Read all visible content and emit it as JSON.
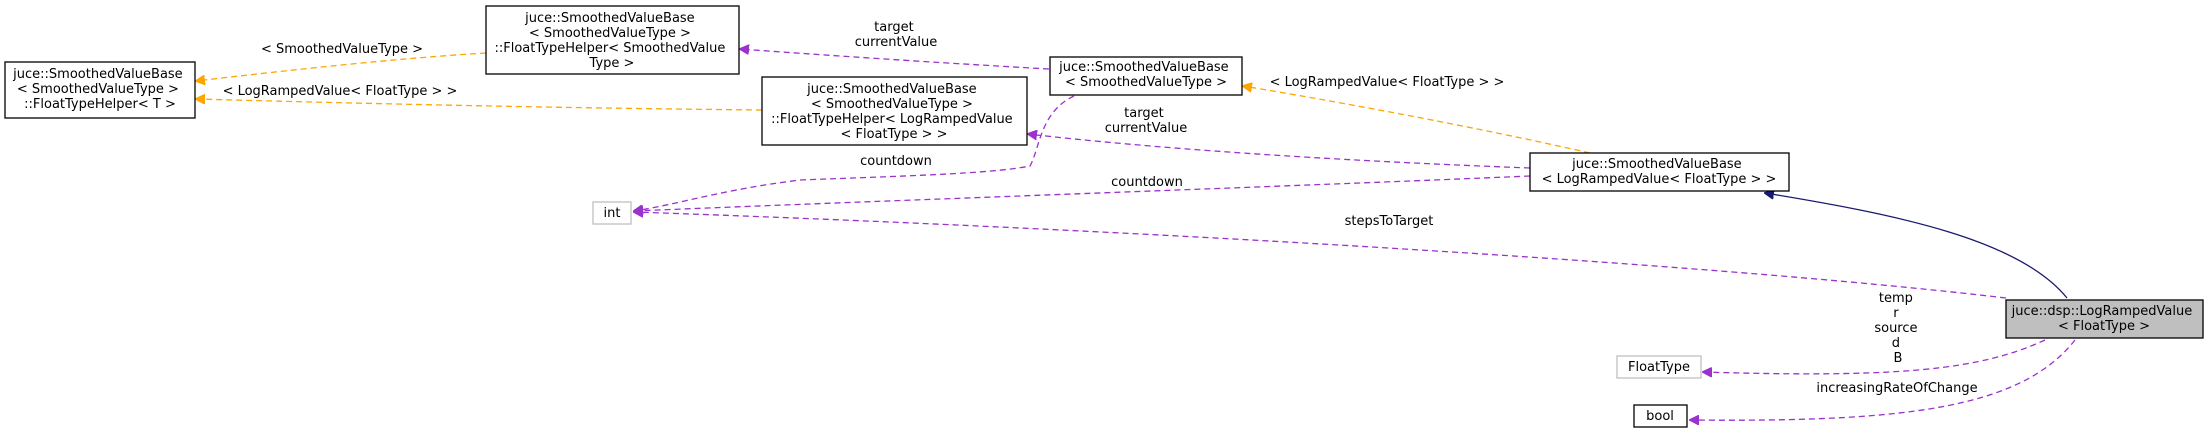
{
  "colors": {
    "inheritance": "#191970",
    "template": "#ffa500",
    "usage": "#9a32cd",
    "node_border": "#000000",
    "grey_border": "#bfbfbf",
    "focus_fill": "#bfbfbf"
  },
  "nodes": {
    "fth_t": {
      "lines": [
        "juce::SmoothedValueBase",
        "< SmoothedValueType >",
        "::FloatTypeHelper< T >"
      ]
    },
    "fth_svt": {
      "lines": [
        "juce::SmoothedValueBase",
        "< SmoothedValueType >",
        "::FloatTypeHelper< SmoothedValue",
        "Type >"
      ]
    },
    "fth_lrv": {
      "lines": [
        "juce::SmoothedValueBase",
        "< SmoothedValueType >",
        "::FloatTypeHelper< LogRampedValue",
        "< FloatType > >"
      ]
    },
    "svb_svt": {
      "lines": [
        "juce::SmoothedValueBase",
        "< SmoothedValueType >"
      ]
    },
    "svb_lrv": {
      "lines": [
        "juce::SmoothedValueBase",
        "< LogRampedValue< FloatType > >"
      ]
    },
    "int_node": {
      "lines": [
        "int"
      ]
    },
    "floattype_node": {
      "lines": [
        "FloatType"
      ]
    },
    "bool_node": {
      "lines": [
        "bool"
      ]
    },
    "focus": {
      "lines": [
        "juce::dsp::LogRampedValue",
        "< FloatType >"
      ]
    }
  },
  "edges": {
    "e_svt_fth_t": {
      "lines": [
        "< SmoothedValueType >"
      ]
    },
    "e_lrv_fth_t": {
      "lines": [
        "< LogRampedValue< FloatType > >"
      ]
    },
    "e_svb_svt_fth_svt": {
      "lines": [
        "target",
        "currentValue"
      ]
    },
    "e_svb_lrv_fth_lrv": {
      "lines": [
        "target",
        "currentValue"
      ]
    },
    "e_svb_svt_svb_lrv": {
      "lines": [
        "< LogRampedValue< FloatType > >"
      ]
    },
    "e_svb_svt_int": {
      "lines": [
        "countdown"
      ]
    },
    "e_svb_lrv_int": {
      "lines": [
        "countdown"
      ]
    },
    "e_focus_int": {
      "lines": [
        "stepsToTarget"
      ]
    },
    "e_focus_floattype": {
      "lines": [
        "temp",
        "r",
        "source",
        "d",
        "B"
      ]
    },
    "e_focus_bool": {
      "lines": [
        "increasingRateOfChange"
      ]
    }
  }
}
